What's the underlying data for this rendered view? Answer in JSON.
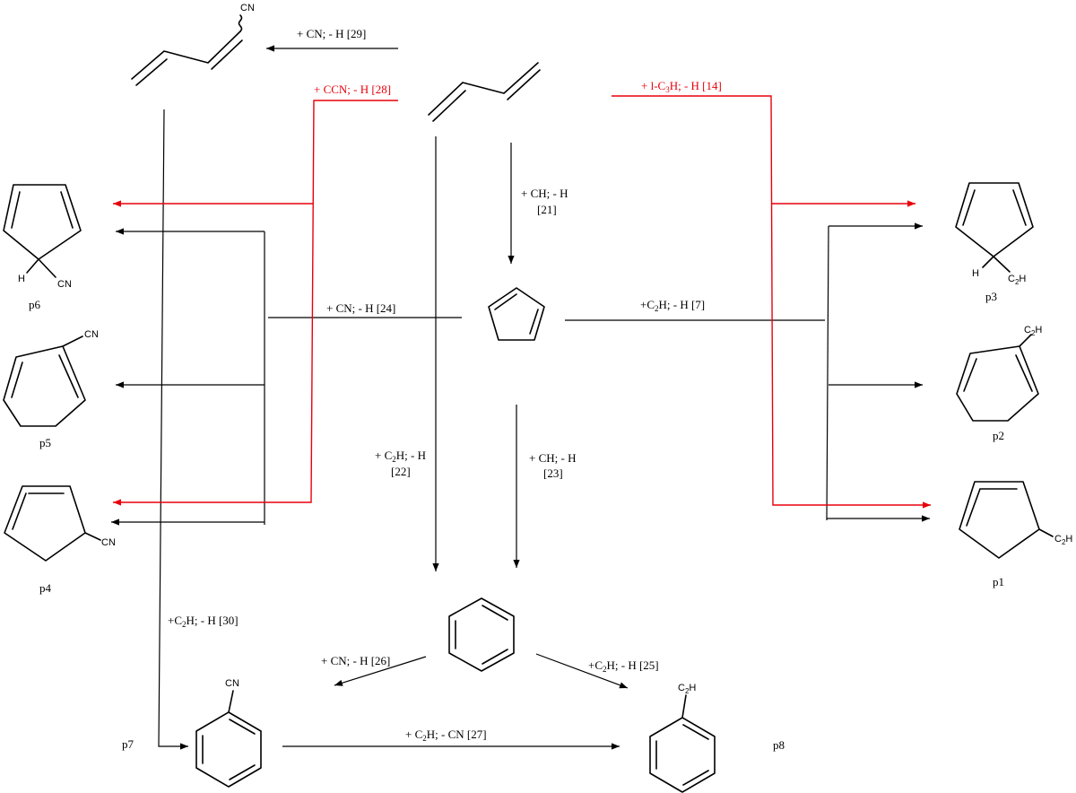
{
  "colors": {
    "default": "#000000",
    "highlight": "#e8000b"
  },
  "reactions": {
    "r29": "+ CN; - H   [29]",
    "r28": "+ CCN; - H   [28]",
    "r14": "+ l-C3H; - H    [14]",
    "r21_a": "+ CH; - H",
    "r21_b": "[21]",
    "r24": "+ CN; - H        [24]",
    "r7": "+C2H; - H  [7]",
    "r22_a": "+ C2H; - H",
    "r22_b": "[22]",
    "r23_a": "+ CH; - H",
    "r23_b": "[23]",
    "r30": "+C2H; - H   [30]",
    "r26": "+ CN; - H  [26]",
    "r25": "+C2H; - H   [25]",
    "r27": "+ C2H; - CN   [27]"
  },
  "products": {
    "p1": "p1",
    "p2": "p2",
    "p3": "p3",
    "p4": "p4",
    "p5": "p5",
    "p6": "p6",
    "p7": "p7",
    "p8": "p8"
  },
  "atoms": {
    "cn": "CN",
    "h": "H",
    "c2h": "C2H"
  },
  "molecules": {
    "butadiene": "1,3-butadiene",
    "cyanobutadiene": "1-cyano-1,3-butadiene",
    "cyclopentadiene": "cyclopentadiene",
    "benzene": "benzene",
    "benzonitrile": "benzonitrile",
    "ethynylbenzene": "ethynylbenzene"
  }
}
